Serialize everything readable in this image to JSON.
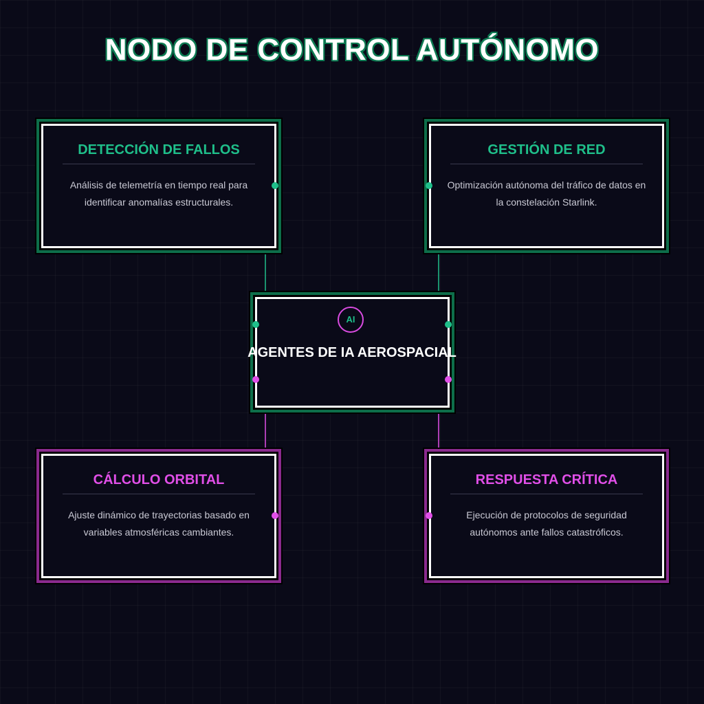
{
  "title": "NODO DE CONTROL AUTÓNOMO",
  "center": {
    "badge": "AI",
    "title": "AGENTES DE IA AEROSPACIAL"
  },
  "nodes": [
    {
      "title": "DETECCIÓN DE FALLOS",
      "description": "Análisis de telemetría en tiempo real para identificar anomalías estructurales.",
      "color": "#1fbf8a"
    },
    {
      "title": "GESTIÓN DE RED",
      "description": "Optimización autónoma del tráfico de datos en la constelación Starlink.",
      "color": "#1fbf8a"
    },
    {
      "title": "CÁLCULO ORBITAL",
      "description": "Ajuste dinámico de trayectorias basado en variables atmosféricas cambiantes.",
      "color": "#e14fe8"
    },
    {
      "title": "RESPUESTA CRÍTICA",
      "description": "Ejecución de protocolos de seguridad autónomos ante fallos catastróficos.",
      "color": "#e14fe8"
    }
  ],
  "colors": {
    "background": "#0a0a18",
    "green_accent": "#1fbf8a",
    "purple_accent": "#e14fe8",
    "card_border": "#ffffff"
  }
}
